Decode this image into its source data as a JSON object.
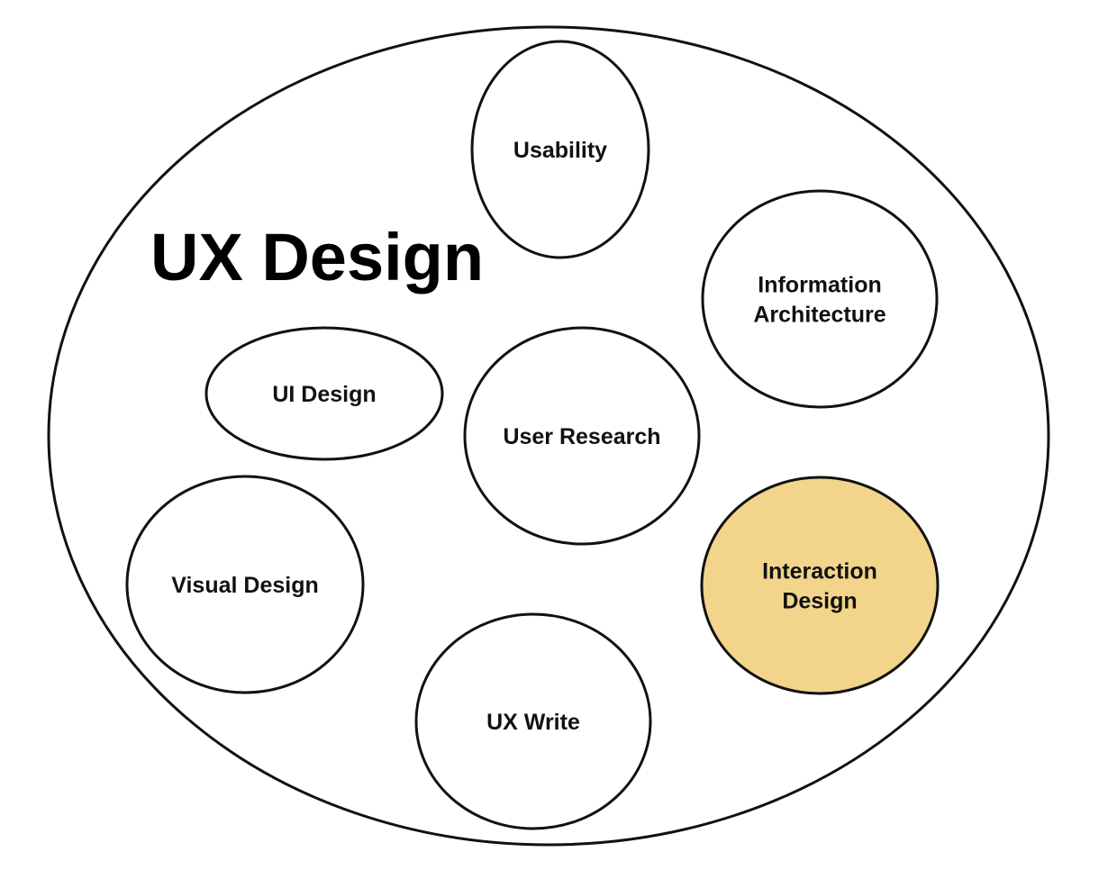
{
  "title": "UX Design",
  "colors": {
    "stroke": "#111111",
    "default_fill": "#ffffff",
    "highlight_fill": "#f2d48b",
    "highlight_text": "#8c7236"
  },
  "nodes": [
    {
      "id": "usability",
      "lines": [
        "Usability"
      ],
      "highlighted": false
    },
    {
      "id": "information-architecture",
      "lines": [
        "Information",
        "Architecture"
      ],
      "highlighted": false
    },
    {
      "id": "ui-design",
      "lines": [
        "UI Design"
      ],
      "highlighted": false
    },
    {
      "id": "user-research",
      "lines": [
        "User Research"
      ],
      "highlighted": false
    },
    {
      "id": "visual-design",
      "lines": [
        "Visual Design"
      ],
      "highlighted": false
    },
    {
      "id": "interaction-design",
      "lines": [
        "Interaction",
        "Design"
      ],
      "highlighted": true
    },
    {
      "id": "ux-write",
      "lines": [
        "UX Write"
      ],
      "highlighted": false
    }
  ]
}
